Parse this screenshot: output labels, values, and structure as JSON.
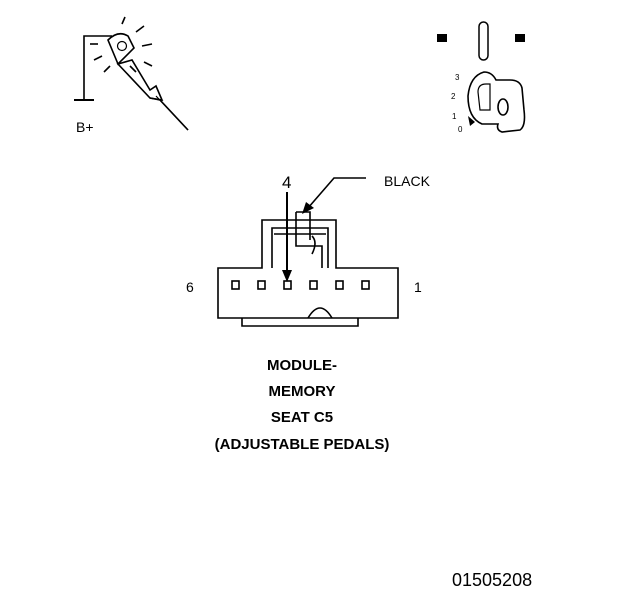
{
  "battery_label": "B+",
  "ignition": {
    "positions": [
      "3",
      "2",
      "1",
      "0"
    ],
    "key_symbol": "0"
  },
  "connector": {
    "pin_callout": "4",
    "color_label": "BLACK",
    "left_pin_number": "6",
    "right_pin_number": "1",
    "title_lines": [
      "MODULE-",
      "MEMORY",
      "SEAT C5",
      "(ADJUSTABLE PEDALS)"
    ]
  },
  "figure_number": "01505208",
  "colors": {
    "ink": "#000000",
    "paper": "#ffffff"
  },
  "icons": [
    "test-light-probe-icon",
    "ignition-key-icon",
    "ground-symbol-icon",
    "connector-face-icon"
  ]
}
